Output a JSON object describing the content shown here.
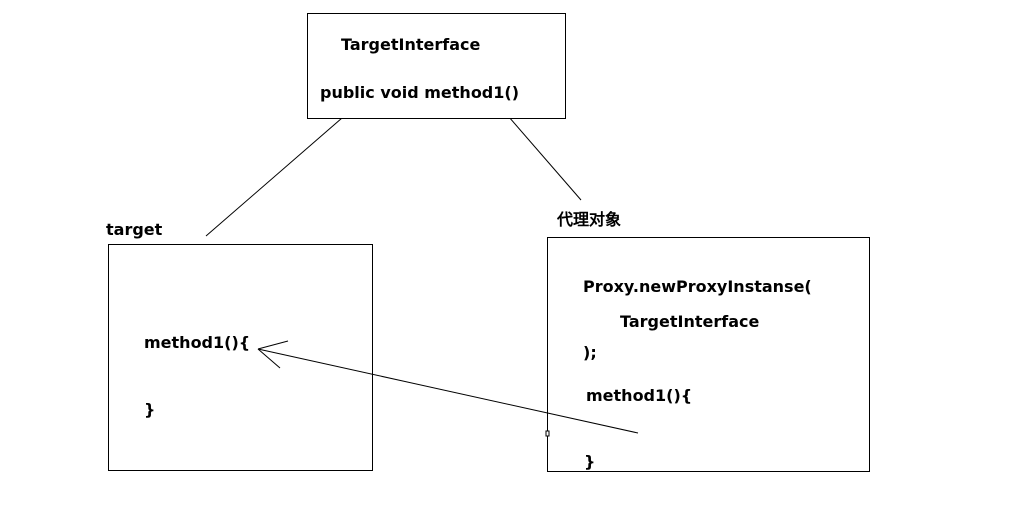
{
  "interface_box": {
    "title": "TargetInterface",
    "method": "public void method1()"
  },
  "target_box": {
    "label": "target",
    "method_open": "method1(){",
    "method_close": "}"
  },
  "proxy_box": {
    "label": "代理对象",
    "call_open": "Proxy.newProxyInstanse(",
    "call_arg": "TargetInterface",
    "call_close": ");",
    "method_open": "method1(){",
    "method_close": "}"
  }
}
